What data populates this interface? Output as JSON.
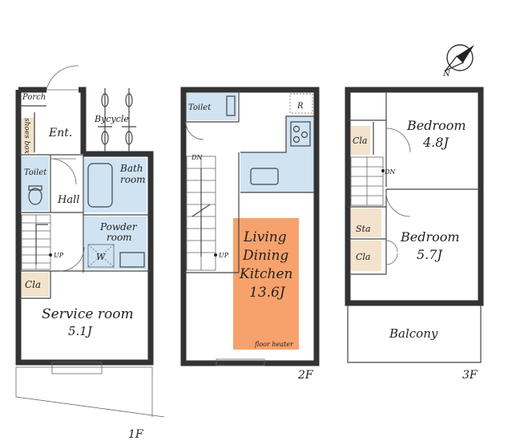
{
  "floors": [
    {
      "label": "1F",
      "rooms": {
        "porch": "Porch",
        "shoes_box": "shoes box",
        "entrance": "Ent.",
        "bicycle": "Bycycle",
        "toilet": "Toilet",
        "hall": "Hall",
        "bath": [
          "Bath",
          "room"
        ],
        "powder": [
          "Powder",
          "room"
        ],
        "washer": "W",
        "stairs_up": "UP",
        "closet": "Cla",
        "service_room": [
          "Service room",
          "5.1J"
        ]
      }
    },
    {
      "label": "2F",
      "rooms": {
        "toilet": "Toilet",
        "refrigerator": "R",
        "stairs_down": "DN",
        "stairs_up": "UP",
        "ldk": [
          "Living",
          "Dining",
          "Kitchen",
          "13.6J"
        ],
        "floor_heater": "floor heater"
      },
      "colors": {
        "floor_heater_fill": "#f7a26c",
        "wet_area_fill": "#cfe3f3"
      }
    },
    {
      "label": "3F",
      "rooms": {
        "closet_1": "Cla",
        "bedroom_1": [
          "Bedroom",
          "4.8J"
        ],
        "stairs_down": "DN",
        "storage": "Sta",
        "closet_2": "Cla",
        "bedroom_2": [
          "Bedroom",
          "5.7J"
        ],
        "balcony": "Balcony"
      },
      "colors": {
        "storage_fill": "#f3e3cc"
      }
    }
  ],
  "compass": {
    "label": "N",
    "icon": "north-arrow-icon"
  }
}
